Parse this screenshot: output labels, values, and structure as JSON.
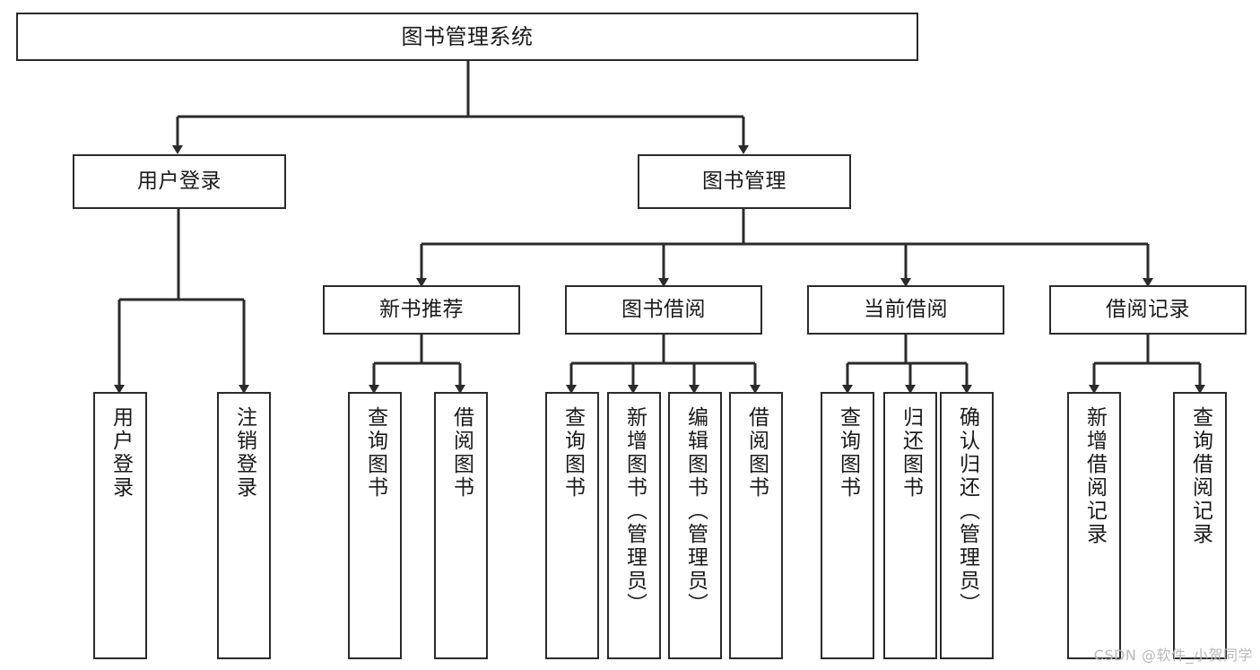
{
  "diagram": {
    "type": "tree",
    "title": "图书管理系统",
    "root": {
      "id": "root",
      "label": "图书管理系统"
    },
    "level1": [
      {
        "id": "user-login",
        "label": "用户登录"
      },
      {
        "id": "book-manage",
        "label": "图书管理"
      }
    ],
    "level2": [
      {
        "id": "new-book-recommend",
        "label": "新书推荐",
        "parent": "book-manage"
      },
      {
        "id": "book-borrow",
        "label": "图书借阅",
        "parent": "book-manage"
      },
      {
        "id": "current-borrow",
        "label": "当前借阅",
        "parent": "book-manage"
      },
      {
        "id": "borrow-record",
        "label": "借阅记录",
        "parent": "book-manage"
      }
    ],
    "leaves": [
      {
        "id": "leaf-user-login",
        "label": "用户登录",
        "parent": "user-login"
      },
      {
        "id": "leaf-logout-login",
        "label": "注销登录",
        "parent": "user-login"
      },
      {
        "id": "leaf-query-book-1",
        "label": "查询图书",
        "parent": "new-book-recommend"
      },
      {
        "id": "leaf-borrow-book-1",
        "label": "借阅图书",
        "parent": "new-book-recommend"
      },
      {
        "id": "leaf-query-book-2",
        "label": "查询图书",
        "parent": "book-borrow"
      },
      {
        "id": "leaf-add-book",
        "label": "新增图书（管理员）",
        "parent": "book-borrow"
      },
      {
        "id": "leaf-edit-book",
        "label": "编辑图书（管理员）",
        "parent": "book-borrow"
      },
      {
        "id": "leaf-borrow-book-2",
        "label": "借阅图书",
        "parent": "book-borrow"
      },
      {
        "id": "leaf-query-book-3",
        "label": "查询图书",
        "parent": "current-borrow"
      },
      {
        "id": "leaf-return-book",
        "label": "归还图书",
        "parent": "current-borrow"
      },
      {
        "id": "leaf-confirm-return",
        "label": "确认归还（管理员）",
        "parent": "current-borrow"
      },
      {
        "id": "leaf-add-record",
        "label": "新增借阅记录",
        "parent": "borrow-record"
      },
      {
        "id": "leaf-query-record",
        "label": "查询借阅记录",
        "parent": "borrow-record"
      }
    ],
    "colors": {
      "stroke": "#2b2b2b",
      "fill": "#ffffff",
      "text": "#1a1a1a",
      "watermark": "#b9b9b9"
    }
  },
  "watermark": {
    "text": "CSDN @软件_小贺同学"
  }
}
